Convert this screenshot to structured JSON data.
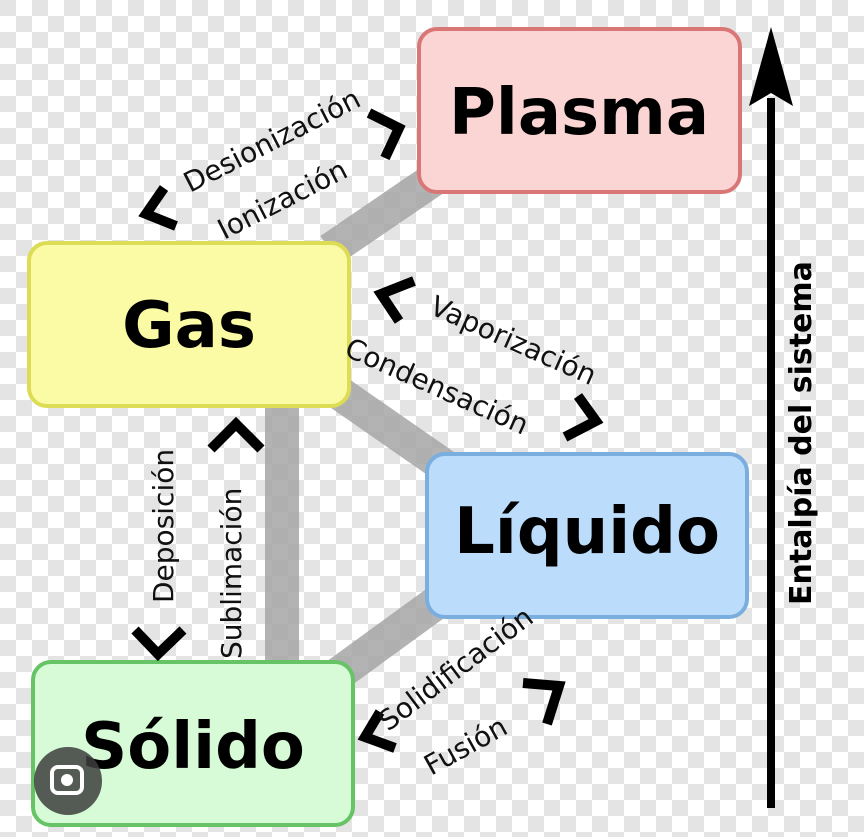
{
  "states": {
    "plasma": {
      "label": "Plasma",
      "fill": "#fbd4d4",
      "stroke": "#d97777"
    },
    "gas": {
      "label": "Gas",
      "fill": "#fbfba6",
      "stroke": "#dcdc55"
    },
    "liquid": {
      "label": "Líquido",
      "fill": "#bcdcfb",
      "stroke": "#7aaede"
    },
    "solid": {
      "label": "Sólido",
      "fill": "#d6fbd6",
      "stroke": "#66c466"
    }
  },
  "transitions": {
    "deionization": "Desionización",
    "ionization": "Ionización",
    "vaporization": "Vaporización",
    "condensation": "Condensación",
    "deposition": "Deposición",
    "sublimation": "Sublimación",
    "solidification": "Solidificación",
    "fusion": "Fusión"
  },
  "axis": {
    "label": "Entalpía del sistema"
  },
  "colors": {
    "connector": "#a6a6a6",
    "checker": "#e4e4e4",
    "arrow": "#000000"
  },
  "icons": {
    "lens": "lens-search-icon"
  }
}
